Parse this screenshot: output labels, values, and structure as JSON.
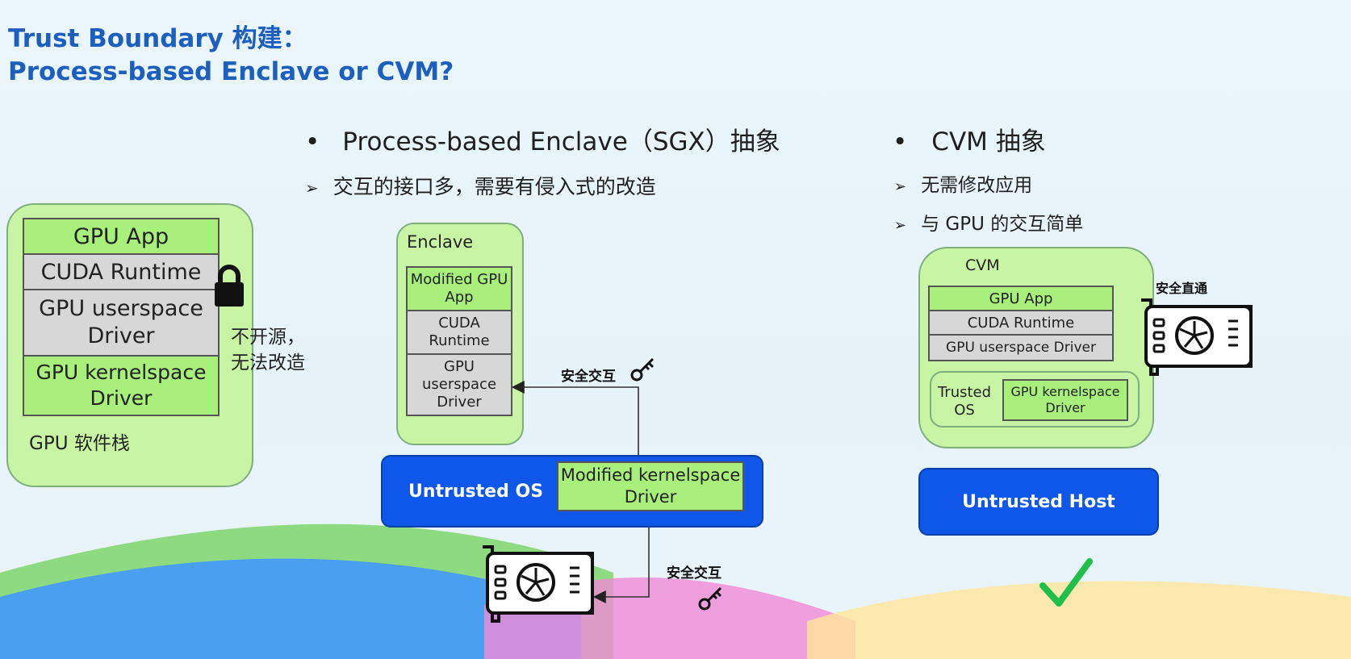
{
  "title": {
    "line1": "Trust Boundary 构建：",
    "line2": "Process-based Enclave or CVM?"
  },
  "left": {
    "layers": [
      "GPU App",
      "CUDA Runtime",
      "GPU userspace Driver",
      "GPU kernelspace Driver"
    ],
    "caption": "GPU 软件栈",
    "note_line1": "不开源，",
    "note_line2": "无法改造"
  },
  "middle": {
    "bullet": "Process-based Enclave（SGX）抽象",
    "sub": "交互的接口多，需要有侵入式的改造",
    "enclave_label": "Enclave",
    "layers": [
      "Modified GPU App",
      "CUDA Runtime",
      "GPU userspace Driver"
    ],
    "secure1": "安全交互",
    "os_label": "Untrusted OS",
    "driver_label": "Modified kernelspace Driver",
    "secure2": "安全交互"
  },
  "right": {
    "bullet": "CVM 抽象",
    "sub1": "无需修改应用",
    "sub2": "与 GPU 的交互简单",
    "cvm_label": "CVM",
    "layers": [
      "GPU App",
      "CUDA Runtime",
      "GPU userspace Driver"
    ],
    "trusted_os": "Trusted OS",
    "kernel_driver": "GPU kernelspace Driver",
    "direct": "安全直通",
    "host_label": "Untrusted Host"
  },
  "colors": {
    "title": "#1d5fbf",
    "green": "#a8ef7c",
    "panel": "#c8f5a3",
    "gray": "#d7d7d7",
    "blue": "#0f57e8",
    "check": "#1fbf4a"
  }
}
